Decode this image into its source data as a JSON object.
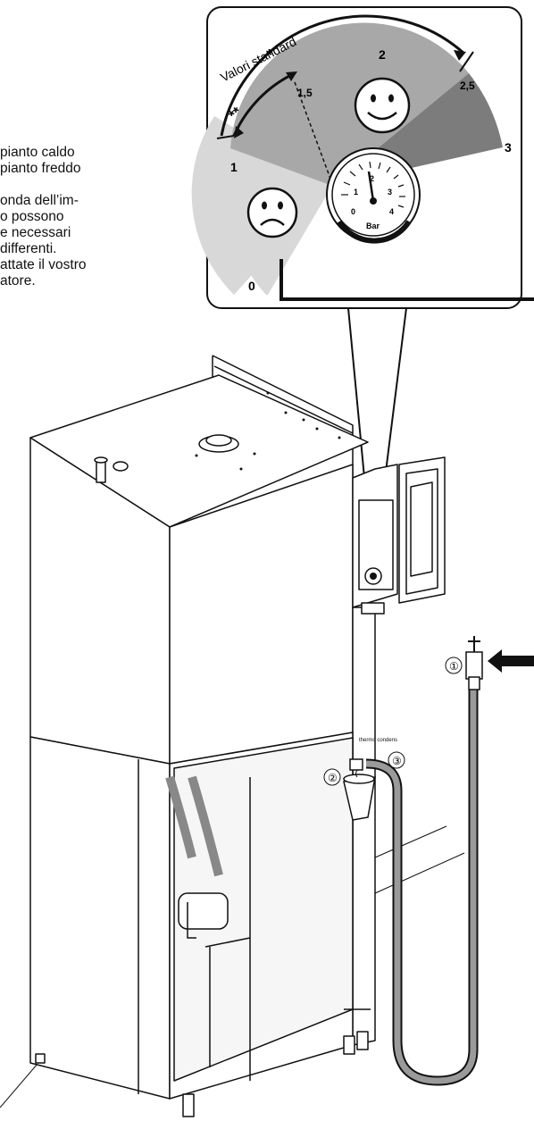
{
  "left_text": {
    "lines_a": [
      "pianto caldo",
      "pianto freddo"
    ],
    "lines_b": [
      "onda dell’im-",
      "o possono",
      "e necessari",
      "differenti.",
      "attate il vostro",
      "atore."
    ]
  },
  "gauge_inset": {
    "arc_label": "Valori standard",
    "star_single": "*",
    "star_double": "**",
    "scale_labels": [
      "0",
      "1",
      "1,5",
      "2",
      "2,5",
      "3"
    ],
    "dial": {
      "numbers": [
        "0",
        "1",
        "2",
        "3",
        "4"
      ],
      "unit": "Bar"
    }
  },
  "callouts": {
    "c1": "①",
    "c2": "②",
    "c3": "③"
  },
  "unit_brand": "thermo\ncondens",
  "colors": {
    "zone_light": "#d8d8d8",
    "zone_mid": "#a8a8a8",
    "zone_dark": "#7c7c7c",
    "hose": "#9a9a9a",
    "line": "#111111"
  }
}
